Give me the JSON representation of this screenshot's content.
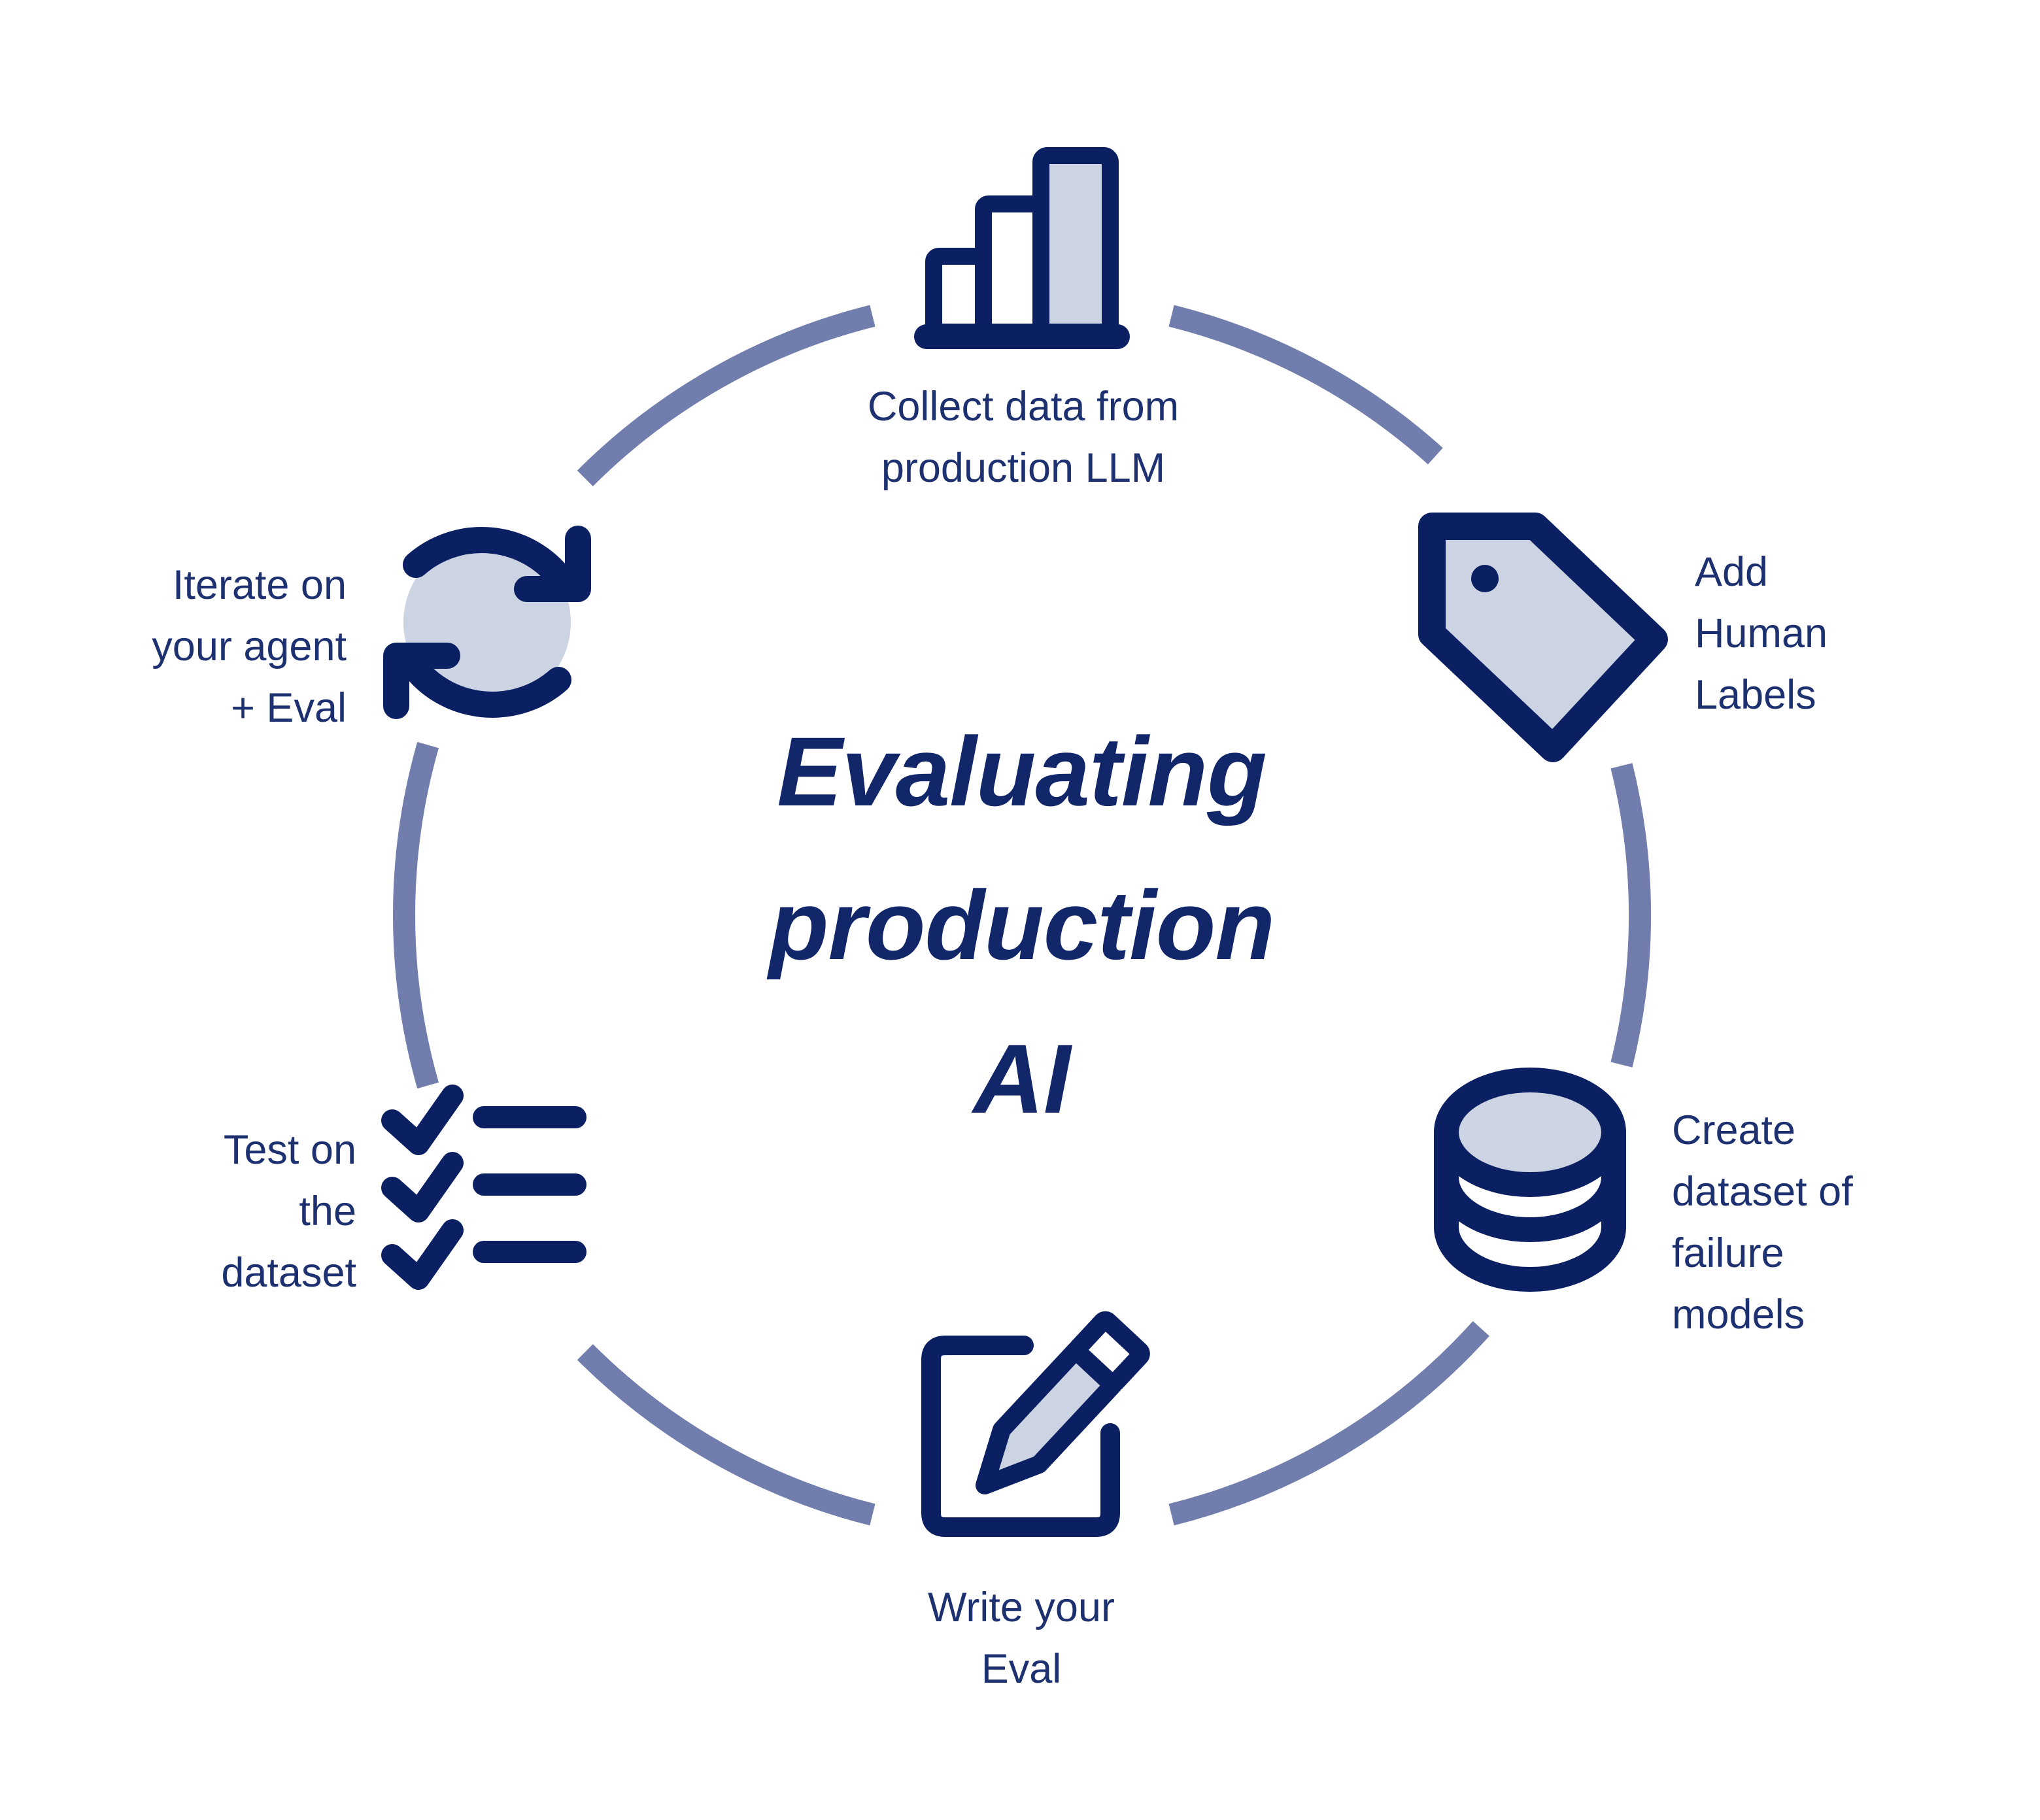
{
  "title": "Evaluating\nproduction\nAI",
  "steps": {
    "collect": {
      "label": "Collect data from\nproduction LLM",
      "icon": "bar-chart-icon"
    },
    "add_labels": {
      "label": "Add\nHuman\nLabels",
      "icon": "tag-icon"
    },
    "create_dataset": {
      "label": "Create\ndataset of\nfailure\nmodels",
      "icon": "database-icon"
    },
    "write_eval": {
      "label": "Write your\nEval",
      "icon": "edit-icon"
    },
    "test": {
      "label": "Test on\nthe\ndataset",
      "icon": "checklist-icon"
    },
    "iterate": {
      "label": "Iterate on\nyour agent\n+ Eval",
      "icon": "refresh-icon"
    }
  },
  "colors": {
    "navy": "#0b2063",
    "label_text": "#1d3070",
    "title_text": "#12266a",
    "ring_slate": "#707dad",
    "icon_light_fill": "#ccd3e2",
    "background": "#ffffff"
  }
}
